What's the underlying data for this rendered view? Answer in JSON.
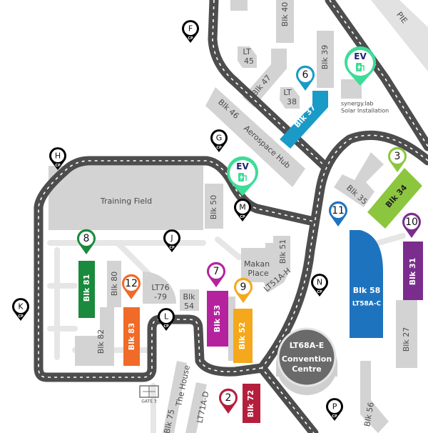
{
  "colors": {
    "road": "#4d4d4d",
    "building": "#d3d3d3",
    "blk37": "#1a9ac7",
    "blk34": "#8cc63f",
    "blk58": "#1e73be",
    "blk31": "#7b2d8e",
    "blk81": "#1a8a3c",
    "blk83": "#f06a28",
    "blk53": "#b5229e",
    "blk52": "#f5a81c",
    "blk72": "#b51e3c",
    "ev": "#3ddc97",
    "carpark": "#000000"
  },
  "roads": {
    "pie": "PIE"
  },
  "buildings": {
    "blk40": "Blk 40",
    "lt45a": "LT",
    "lt45b": "45",
    "blk47": "Blk 47",
    "blk39": "Blk 39",
    "lt38a": "LT",
    "lt38b": "38",
    "blk37": "Blk 37",
    "blk46": "Blk 46",
    "aerohub": "Aerospace Hub",
    "synergy1": "synergy.lab",
    "synergy2": "Solar Installation",
    "blk35": "Blk 35",
    "blk34": "Blk 34",
    "blk50": "Blk 50",
    "training": "Training Field",
    "blk51": "Blk 51",
    "makan1": "Makan",
    "makan2": "Place",
    "lt51": "LT51A-H",
    "blk58": "Blk 58",
    "lt58": "LT58A-C",
    "blk31": "Blk 31",
    "blk27": "Blk 27",
    "blk81": "Blk 81",
    "blk80": "Blk 80",
    "blk82": "Blk 82",
    "blk83": "Blk 83",
    "lt76a": "LT76",
    "lt76b": "-79",
    "blk54a": "Blk",
    "blk54b": "54",
    "blk53": "Blk 53",
    "blk52": "Blk 52",
    "lt68": "LT68A-E",
    "conv1": "Convention",
    "conv2": "Centre",
    "house": "The House",
    "blk75": "Blk 75",
    "lt71": "LT71A-D",
    "blk72": "Blk 72",
    "blk56": "Blk 56",
    "gate": "GATE 3"
  },
  "pins": {
    "p6": "6",
    "p3": "3",
    "p11": "11",
    "p10": "10",
    "p8": "8",
    "p12": "12",
    "p7": "7",
    "p9": "9",
    "p2": "2"
  },
  "ev": {
    "label": "EV",
    "icon": "ev-charger-icon"
  },
  "carparks": {
    "sub": "CP",
    "F": "F",
    "G": "G",
    "H": "H",
    "J": "J",
    "K": "K",
    "L": "L",
    "M": "M",
    "N": "N",
    "P": "P"
  }
}
